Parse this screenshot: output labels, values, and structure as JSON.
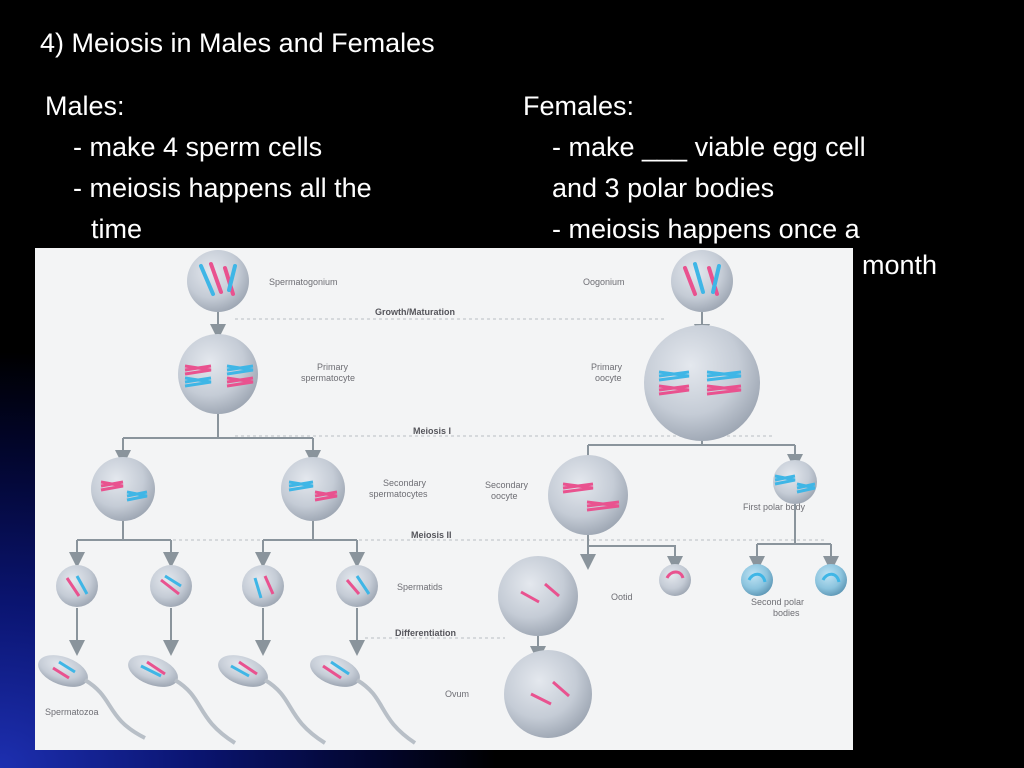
{
  "slide": {
    "title": "4) Meiosis in Males and Females",
    "males": {
      "heading": "Males:",
      "lines": [
        "- make 4 sperm cells",
        "- meiosis happens all the",
        "time"
      ]
    },
    "females": {
      "heading": "Females:",
      "lines": [
        "- make ___ viable egg cell",
        "and 3 polar bodies",
        "- meiosis happens once a",
        "month"
      ]
    }
  },
  "diagram": {
    "labels": {
      "spermatogonium": "Spermatogonium",
      "oogonium": "Oogonium",
      "growth": "Growth/Maturation",
      "primary_sperm_1": "Primary",
      "primary_sperm_2": "spermatocyte",
      "primary_oocyte_1": "Primary",
      "primary_oocyte_2": "oocyte",
      "meiosis1": "Meiosis I",
      "secondary_sperm_1": "Secondary",
      "secondary_sperm_2": "spermatocytes",
      "secondary_oocyte_1": "Secondary",
      "secondary_oocyte_2": "oocyte",
      "first_polar": "First polar body",
      "meiosis2": "Meiosis II",
      "spermatids": "Spermatids",
      "ootid": "Ootid",
      "second_polar_1": "Second polar",
      "second_polar_2": "bodies",
      "differentiation": "Differentiation",
      "ovum": "Ovum",
      "spermatozoa": "Spermatozoa"
    },
    "colors": {
      "pink": "#e9528f",
      "blue": "#3fb6e6",
      "cell": "#c4cad4",
      "arrow": "#8a949c"
    }
  }
}
